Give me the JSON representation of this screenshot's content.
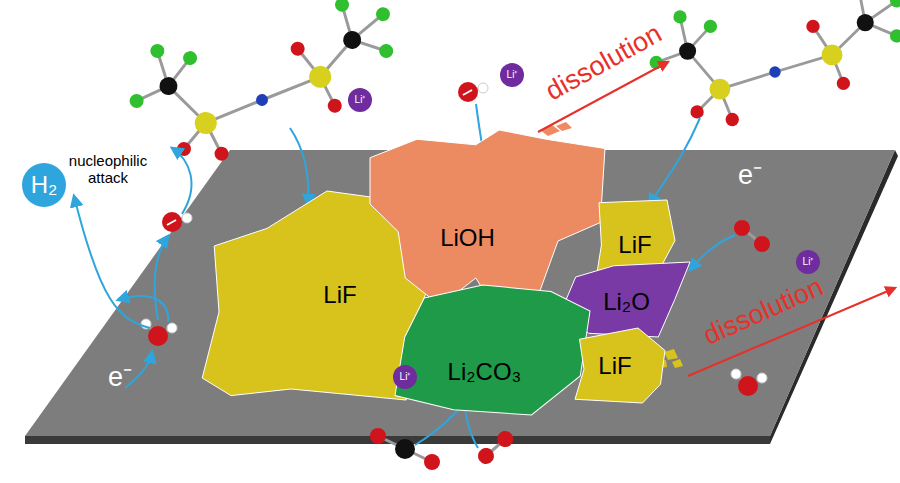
{
  "diagram": {
    "nodes": [
      {
        "text": [
          "Li⁺"
        ]
      },
      {
        "text": [
          "Li⁺"
        ]
      },
      {
        "text": [
          "LiF"
        ]
      },
      {
        "text": [
          "LiOH"
        ]
      },
      {
        "text": [
          "LiF"
        ]
      },
      {
        "text": [
          "H₂"
        ]
      },
      {
        "text": [
          "Li⁺"
        ]
      },
      {
        "text": [
          "Li₂O"
        ]
      },
      {
        "text": [
          "Li₂CO₃"
        ]
      },
      {
        "text": [
          "LiF"
        ]
      },
      {
        "text": [
          "Li⁺"
        ]
      }
    ],
    "labels": [
      "nucleophilic attack",
      "dissolution",
      "dissolution",
      "e⁻",
      "e⁻"
    ]
  }
}
